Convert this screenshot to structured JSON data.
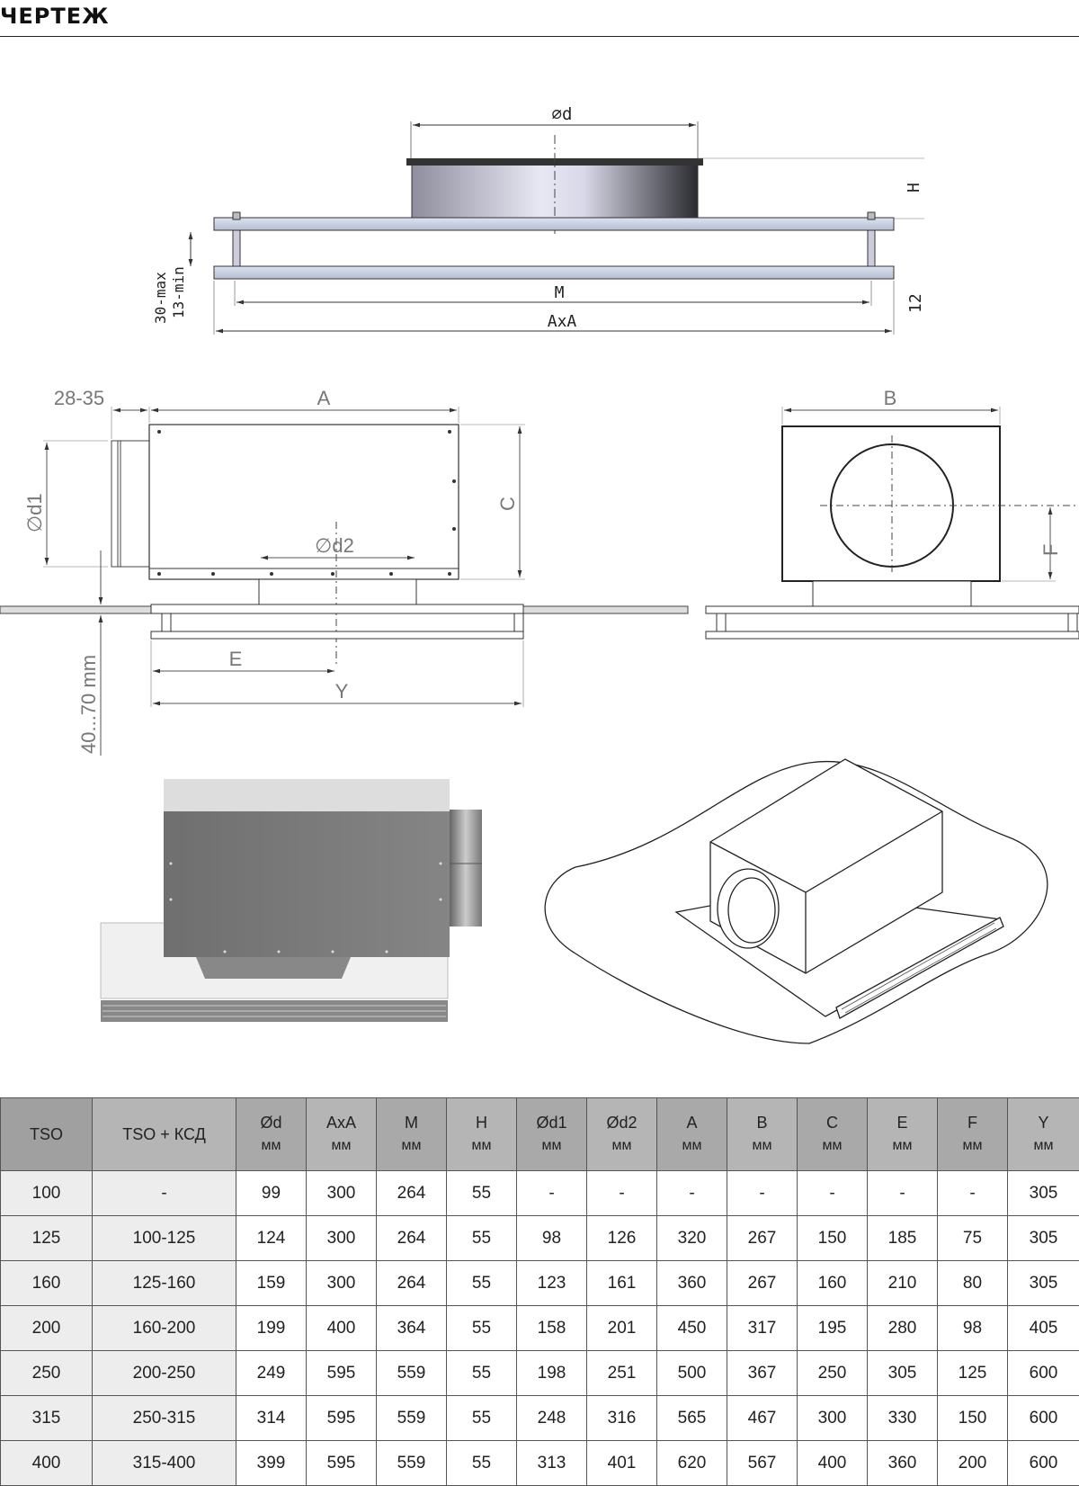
{
  "header": {
    "title": "ЧЕРТЕЖ"
  },
  "drawing_labels": {
    "top_view": {
      "diameter": "∅d",
      "height": "H",
      "gap": "30-max\n13-min",
      "gap_max": "30-max",
      "gap_min": "13-min",
      "m": "M",
      "axa": "AxA",
      "twelve": "12"
    },
    "side_view": {
      "flange": "28-35",
      "a": "A",
      "d1": "∅d1",
      "d2": "∅d2",
      "c": "C",
      "e": "E",
      "y": "Y",
      "range": "40...70 mm"
    },
    "front_view": {
      "b": "B",
      "f": "F"
    }
  },
  "table": {
    "headers": [
      {
        "label": "TSO",
        "unit": ""
      },
      {
        "label": "TSO + КСД",
        "unit": ""
      },
      {
        "label": "Ød",
        "unit": "мм"
      },
      {
        "label": "AxA",
        "unit": "мм"
      },
      {
        "label": "M",
        "unit": "мм"
      },
      {
        "label": "H",
        "unit": "мм"
      },
      {
        "label": "Ød1",
        "unit": "мм"
      },
      {
        "label": "Ød2",
        "unit": "мм"
      },
      {
        "label": "A",
        "unit": "мм"
      },
      {
        "label": "B",
        "unit": "мм"
      },
      {
        "label": "C",
        "unit": "мм"
      },
      {
        "label": "E",
        "unit": "мм"
      },
      {
        "label": "F",
        "unit": "мм"
      },
      {
        "label": "Y",
        "unit": "мм"
      }
    ],
    "rows": [
      [
        "100",
        "-",
        "99",
        "300",
        "264",
        "55",
        "-",
        "-",
        "-",
        "-",
        "-",
        "-",
        "-",
        "305"
      ],
      [
        "125",
        "100-125",
        "124",
        "300",
        "264",
        "55",
        "98",
        "126",
        "320",
        "267",
        "150",
        "185",
        "75",
        "305"
      ],
      [
        "160",
        "125-160",
        "159",
        "300",
        "264",
        "55",
        "123",
        "161",
        "360",
        "267",
        "160",
        "210",
        "80",
        "305"
      ],
      [
        "200",
        "160-200",
        "199",
        "400",
        "364",
        "55",
        "158",
        "201",
        "450",
        "317",
        "195",
        "280",
        "98",
        "405"
      ],
      [
        "250",
        "200-250",
        "249",
        "595",
        "559",
        "55",
        "198",
        "251",
        "500",
        "367",
        "250",
        "305",
        "125",
        "600"
      ],
      [
        "315",
        "250-315",
        "314",
        "595",
        "559",
        "55",
        "248",
        "316",
        "565",
        "467",
        "300",
        "330",
        "150",
        "600"
      ],
      [
        "400",
        "315-400",
        "399",
        "595",
        "559",
        "55",
        "313",
        "401",
        "620",
        "567",
        "400",
        "360",
        "200",
        "600"
      ]
    ]
  }
}
